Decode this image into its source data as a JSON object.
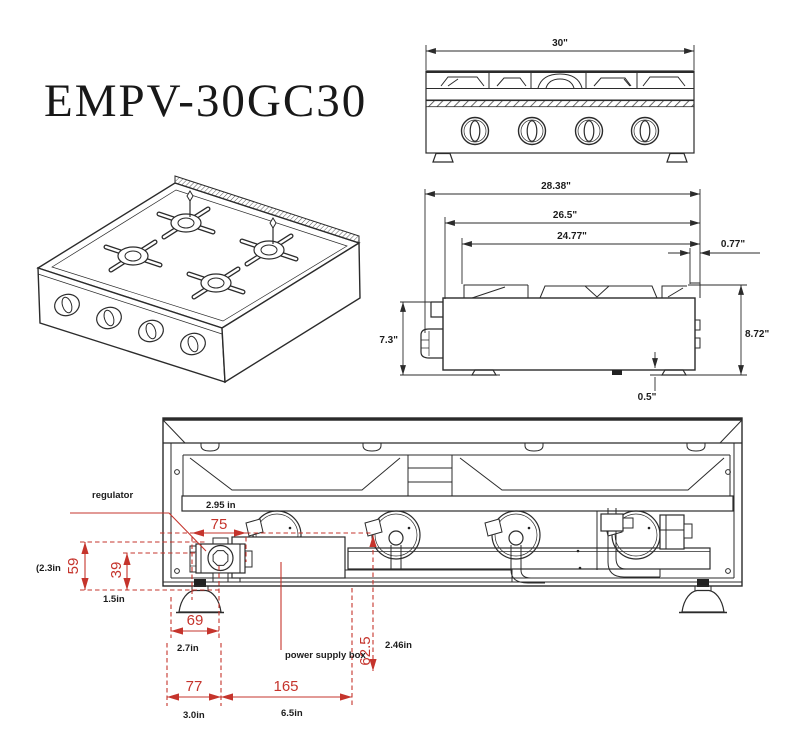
{
  "title": "EMPV-30GC30",
  "accent_color": "#c5342c",
  "line_color": "#2b2b2b",
  "front_view": {
    "width": "30\""
  },
  "side_view": {
    "overall_depth": "28.38\"",
    "mid_depth": "26.5\"",
    "grate_depth": "24.77\"",
    "back_lip": "0.77\"",
    "body_height": "7.3\"",
    "overall_height": "8.72\"",
    "foot_height": "0.5\""
  },
  "bottom_view": {
    "regulator": "regulator",
    "power_supply_box": "power supply box",
    "depth_in": "2.95 in",
    "mm_75": "75",
    "mm_59": "59",
    "mm_39": "39",
    "mm_69": "69",
    "mm_77": "77",
    "mm_165": "165",
    "mm_62_5": "62.5",
    "in_2_3": "(2.3in",
    "in_1_5": "1.5in",
    "in_2_7": "2.7in",
    "in_3_0": "3.0in",
    "in_6_5": "6.5in",
    "in_2_46": "2.46in"
  }
}
